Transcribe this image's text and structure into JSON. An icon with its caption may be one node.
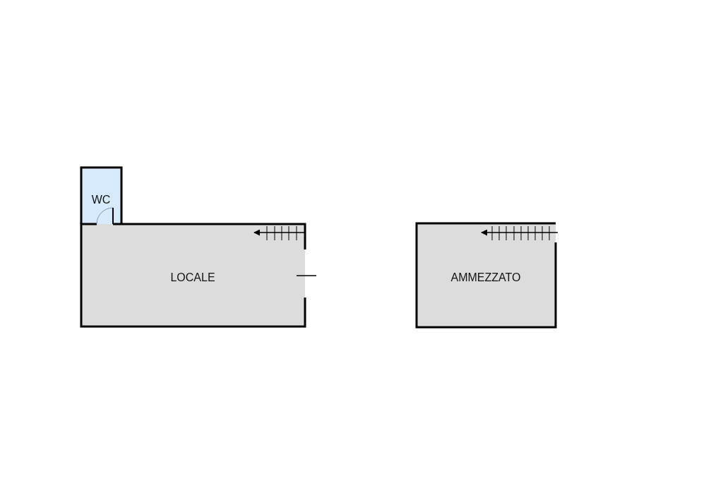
{
  "diagram": {
    "nodes": [
      {
        "text": [
          "WC"
        ]
      },
      {
        "text": [
          "LOCALE"
        ]
      },
      {
        "text": [
          "AMMEZZATO"
        ]
      }
    ]
  }
}
